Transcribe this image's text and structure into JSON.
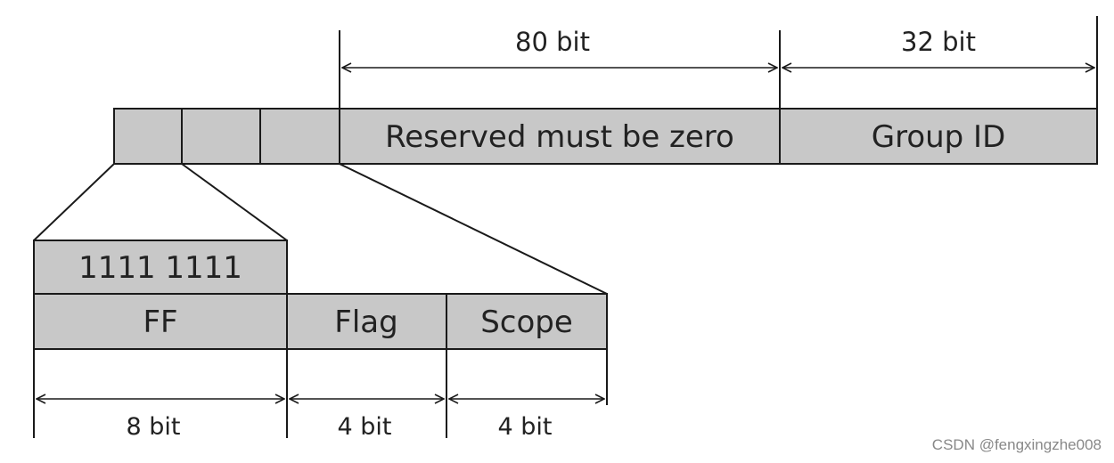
{
  "top_row": {
    "reserved": "Reserved must be zero",
    "group_id": "Group ID",
    "dim_reserved": "80 bit",
    "dim_group": "32 bit"
  },
  "detail_row": {
    "bits": "1111 1111",
    "ff": "FF",
    "flag": "Flag",
    "scope": "Scope",
    "dim_ff": "8 bit",
    "dim_flag": "4 bit",
    "dim_scope": "4 bit"
  },
  "watermark": "CSDN @fengxingzhe008"
}
